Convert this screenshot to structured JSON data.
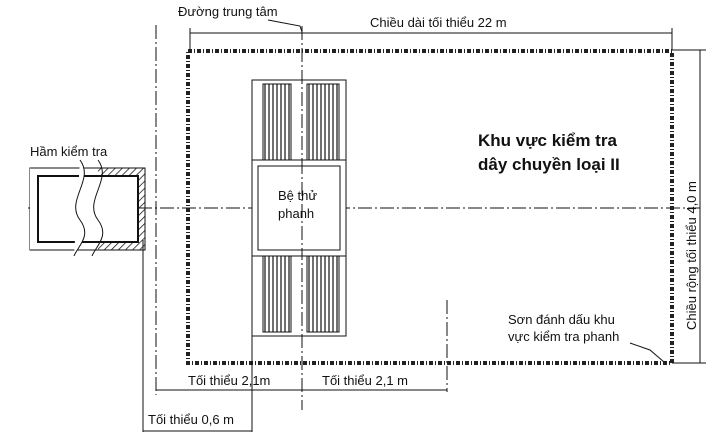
{
  "labels": {
    "centerline": "Đường trung tâm",
    "min_length": "Chiều dài tối thiểu 22 m",
    "min_width": "Chiều rộng tối thiểu 4,0 m",
    "area_title_line1": "Khu vực kiểm tra",
    "area_title_line2": "dây chuyền loại II",
    "pit": "Hầm kiểm tra",
    "brake_tester_line1": "Bệ thử",
    "brake_tester_line2": "phanh",
    "marking_line1": "Sơn đánh dấu khu",
    "marking_line2": "vực kiểm tra phanh",
    "dim_left_2_1": "Tối thiểu 2,1m",
    "dim_right_2_1": "Tối thiểu 2,1 m",
    "dim_0_6": "Tối thiểu 0,6 m"
  }
}
